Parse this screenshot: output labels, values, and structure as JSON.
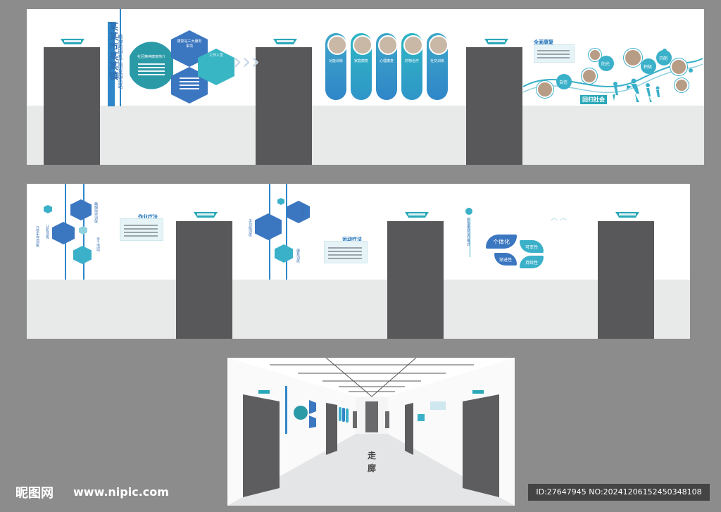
{
  "wall1": {
    "title_main": "某某市某某镇",
    "title_sub": "精神障碍社区康复服务站",
    "hex_center": "社区精神康复简介",
    "hex_top": "康复站三大服务事项",
    "hex_right": "工作人员",
    "pills": [
      "功能训练",
      "家庭康复",
      "心理康复",
      "药物治疗",
      "社交训练"
    ],
    "rehab_title": "全面康复",
    "bubble_labels": [
      "阳光",
      "积极",
      "开朗",
      "自信"
    ],
    "return_society": "回归社会"
  },
  "wall2": {
    "occupational_title": "作业疗法",
    "exercise_title": "运动疗法",
    "left_labels": [
      "精细动作训练",
      "认知训练",
      "手工活动",
      "日常生活训练"
    ],
    "mid_labels": [
      "手功能训练",
      "平衡训练",
      "康复训练"
    ],
    "vertical_label": "新型康复治疗模式",
    "leaf_labels": [
      "个体化",
      "可变性",
      "渐进性",
      "持续性"
    ]
  },
  "corridor": {
    "label": "走廊"
  },
  "footer": {
    "logo": "昵图网",
    "url": "www.nipic.com",
    "id_text": "ID:27647945 NO:20241206152450348108"
  }
}
